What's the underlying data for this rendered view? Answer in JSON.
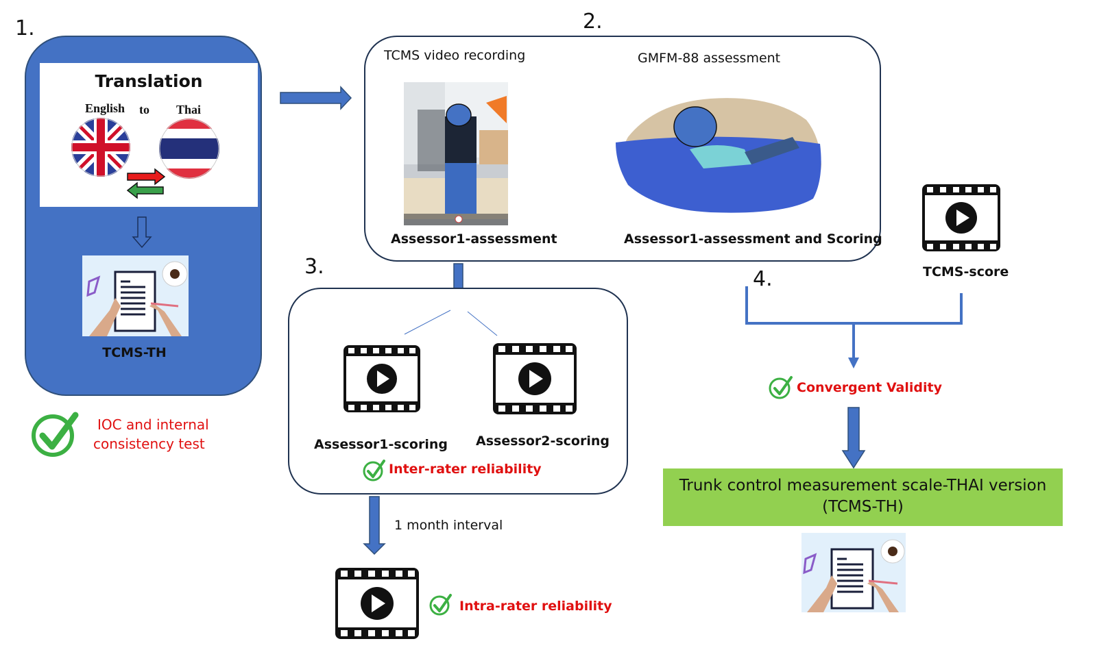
{
  "steps": {
    "s1": "1.",
    "s2": "2.",
    "s3": "3.",
    "s4": "4."
  },
  "translation": {
    "title": "Translation",
    "from": "English",
    "to_word": "to",
    "target": "Thai",
    "result_label": "TCMS-TH",
    "check_line1": "IOC and internal",
    "check_line2": "consistency test"
  },
  "recording": {
    "left_title": "TCMS video recording",
    "left_caption": "Assessor1-assessment",
    "right_title": "GMFM-88 assessment",
    "right_caption": "Assessor1-assessment and Scoring"
  },
  "scoring": {
    "assessor1": "Assessor1-scoring",
    "assessor2": "Assessor2-scoring",
    "check_label": "Inter-rater reliability",
    "interval_label": "1 month interval",
    "intra_label": "Intra-rater reliability"
  },
  "validity": {
    "score_label": "TCMS-score",
    "check_label": "Convergent Validity",
    "final_line1": "Trunk control measurement scale-THAI version",
    "final_line2": "(TCMS-TH)"
  },
  "colors": {
    "box_blue": "#4472c4",
    "check_green": "#3cb043",
    "highlight_red": "#e01010",
    "result_green": "#92d050"
  }
}
